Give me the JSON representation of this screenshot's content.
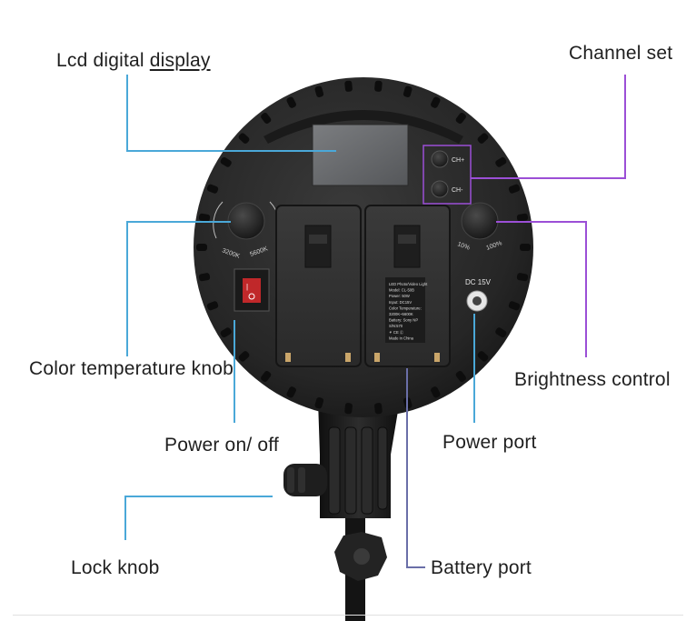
{
  "labels": {
    "lcd_a": "Lcd digital ",
    "lcd_b": "display",
    "channel": "Channel set",
    "color_temp": "Color temperature knob",
    "brightness": "Brightness control",
    "power_switch": "Power on/ off",
    "power_port": "Power port",
    "lock": "Lock knob",
    "battery": "Battery port"
  },
  "device": {
    "ch1": "CH+",
    "ch2": "CH-",
    "temp_low": "3200K",
    "temp_high": "5600K",
    "bright_low": "10%",
    "bright_high": "100%",
    "dc_label": "DC 15V",
    "spec_lines": [
      "LED Photo/Video Light",
      "Model: CL-50B",
      "Power: 50W",
      "Input: DC15V",
      "Color Temperature:",
      "3200K~5600K",
      "Battery: Sony NP",
      "S/N:570",
      "⚘  CE  Ⓒ",
      "Made in China"
    ]
  },
  "colors": {
    "blue_line": "#4aa8d8",
    "purple_line": "#9b4fd6"
  }
}
